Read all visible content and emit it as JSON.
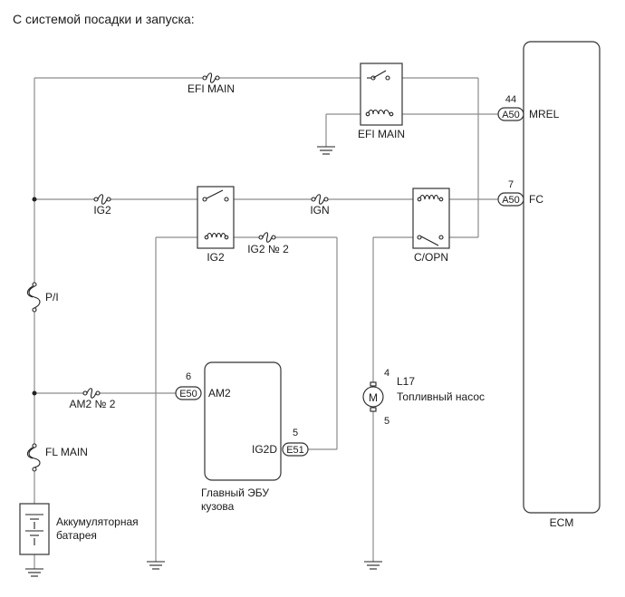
{
  "title": "С системой посадки и запуска:",
  "fuses": {
    "efi_main": "EFI MAIN",
    "ig2": "IG2",
    "ign": "IGN",
    "ig2_no2": "IG2 № 2",
    "p_i": "P/I",
    "am2_no2": "AM2 № 2",
    "fl_main": "FL MAIN"
  },
  "relays": {
    "efi_main": "EFI MAIN",
    "ig2": "IG2",
    "c_opn": "C/OPN"
  },
  "ecm": {
    "label": "ECM",
    "terminals": [
      {
        "pin": "44",
        "connector": "A50",
        "signal": "MREL"
      },
      {
        "pin": "7",
        "connector": "A50",
        "signal": "FC"
      }
    ]
  },
  "body_ecu": {
    "label_line1": "Главный ЭБУ",
    "label_line2": "кузова",
    "terminals": [
      {
        "pin": "6",
        "connector": "E50",
        "signal": "AM2"
      },
      {
        "pin": "5",
        "connector": "E51",
        "signal": "IG2D"
      }
    ]
  },
  "fuel_pump": {
    "id": "L17",
    "name": "Топливный насос",
    "symbol": "M",
    "pin_top": "4",
    "pin_bottom": "5"
  },
  "battery": {
    "label_line1": "Аккумуляторная",
    "label_line2": "батарея"
  }
}
